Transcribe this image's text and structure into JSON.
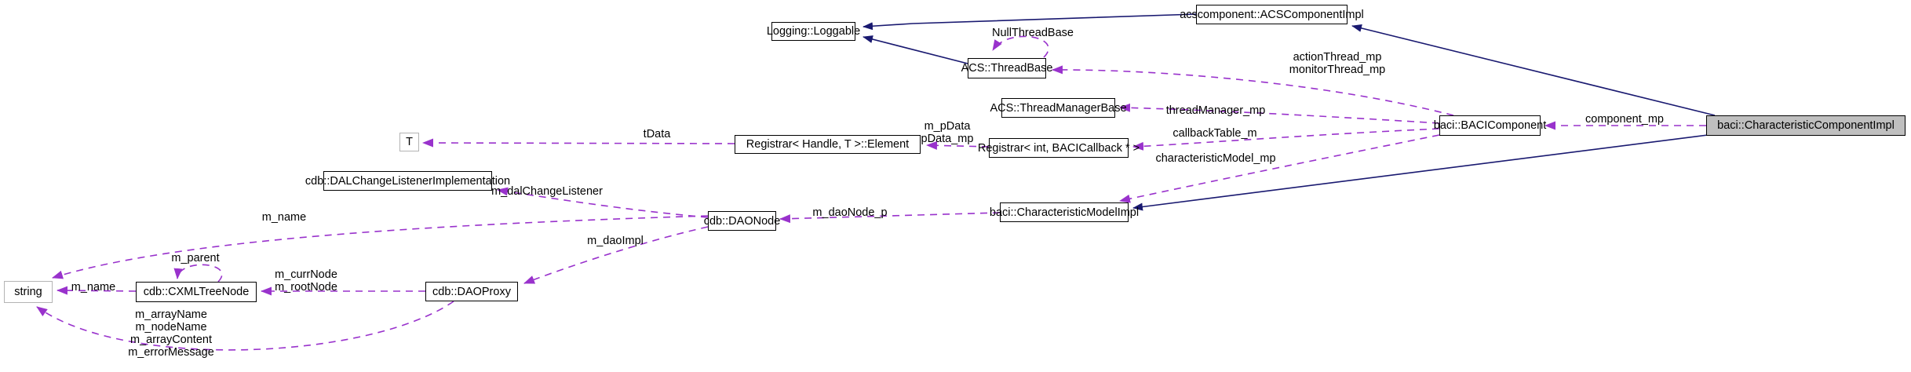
{
  "diagram": {
    "title": "Collaboration diagram for baci::CharacteristicComponentImpl",
    "nodes": {
      "loggable": {
        "label": "Logging::Loggable"
      },
      "acscomponentimpl": {
        "label": "acscomponent::ACSComponentImpl"
      },
      "threadbase": {
        "label": "ACS::ThreadBase"
      },
      "threadmanagerbase": {
        "label": "ACS::ThreadManagerBase"
      },
      "registrar_int": {
        "label": "Registrar< int, BACICallback * >"
      },
      "t": {
        "label": "T"
      },
      "registrar_element": {
        "label": "Registrar< Handle, T >::Element"
      },
      "dalchangelistener": {
        "label": "cdb::DALChangeListenerImplementation"
      },
      "daonode": {
        "label": "cdb::DAONode"
      },
      "characteristicmodelimpl": {
        "label": "baci::CharacteristicModelImpl"
      },
      "bacicomponent": {
        "label": "baci::BACIComponent"
      },
      "main": {
        "label": "baci::CharacteristicComponentImpl"
      },
      "string": {
        "label": "string"
      },
      "cxmltreenode": {
        "label": "cdb::CXMLTreeNode"
      },
      "daoproxy": {
        "label": "cdb::DAOProxy"
      }
    },
    "edge_labels": {
      "null_thread_base": "NullThreadBase",
      "action_thread": "actionThread_mp",
      "monitor_thread": "monitorThread_mp",
      "thread_manager": "threadManager_mp",
      "callback_table": "callbackTable_m",
      "characteristic_model": "characteristicModel_mp",
      "component": "component_mp",
      "tdata": "tData",
      "m_pdata": "m_pData",
      "pdata_mp": "pData_mp",
      "m_dalchangelistener": "m_dalChangeListener",
      "m_name_top": "m_name",
      "m_daonode_p": "m_daoNode_p",
      "m_daoimpl": "m_daoImpl",
      "m_parent": "m_parent",
      "m_currnode": "m_currNode",
      "m_rootnode": "m_rootNode",
      "m_name_left": "m_name",
      "m_arrayname": "m_arrayName",
      "m_nodename": "m_nodeName",
      "m_arraycontent": "m_arrayContent",
      "m_errormessage": "m_errorMessage"
    },
    "colors": {
      "inheritance_edge": "#191970",
      "usage_edge": "#9932cc",
      "node_border": "#000000",
      "external_node_border": "#b4b4b4",
      "main_node_fill": "#bfbfbf",
      "node_fill": "#ffffff"
    }
  }
}
